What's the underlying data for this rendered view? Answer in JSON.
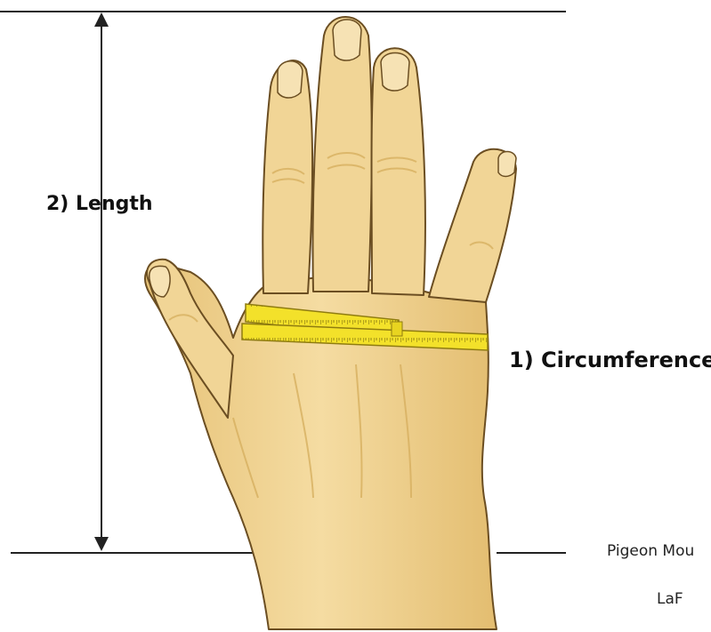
{
  "labels": {
    "length": "2) Length",
    "circumference": "1) Circumference"
  },
  "credit": {
    "line1": "Pigeon Mou",
    "line2": "LaF"
  },
  "colors": {
    "skin": "#f1d596",
    "skin_shadow": "#d7b060",
    "skin_outline": "#6b4e22",
    "nail": "#f6e2b4",
    "tape": "#f3e12a",
    "tape_edge": "#8f7c10",
    "line": "#222222"
  }
}
